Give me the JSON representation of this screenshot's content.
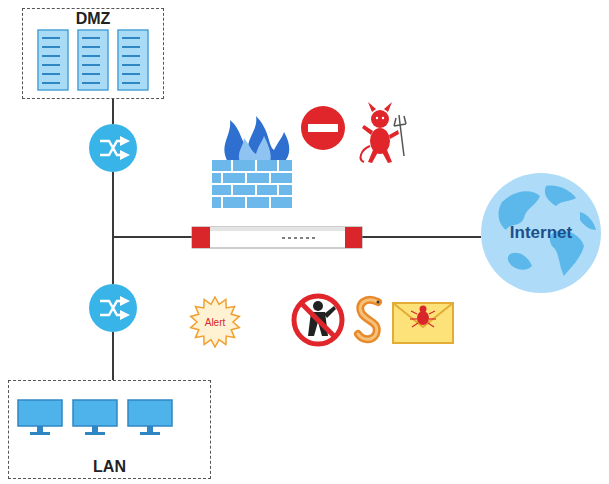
{
  "diagram": {
    "nodes": [
      {
        "text": [
          "DMZ"
        ]
      },
      {
        "text": [
          "Internet"
        ]
      },
      {
        "text": [
          "Alert"
        ]
      },
      {
        "text": [
          "LAN"
        ]
      }
    ]
  }
}
